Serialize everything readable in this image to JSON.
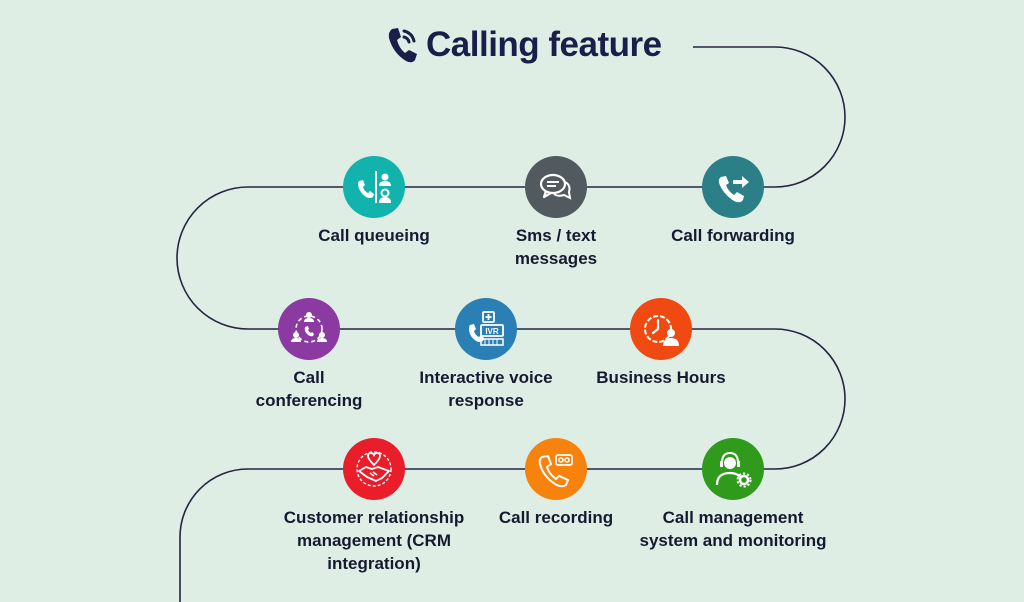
{
  "title": "Calling feature",
  "colors": {
    "background": "#dfeee5",
    "line": "#262344",
    "title": "#1a1f4a"
  },
  "features": [
    {
      "label": "Call forwarding",
      "color": "#2b7f86",
      "icon": "phone-forward-icon"
    },
    {
      "label": "Sms / text\nmessages",
      "color": "#515b5f",
      "icon": "chat-bubbles-icon"
    },
    {
      "label": "Call queueing",
      "color": "#12b3ad",
      "icon": "call-queue-icon"
    },
    {
      "label": "Call\nconferencing",
      "color": "#8a3aa0",
      "icon": "conference-icon"
    },
    {
      "label": "Interactive voice\nresponse",
      "color": "#2a7fb4",
      "icon": "ivr-icon"
    },
    {
      "label": "Business Hours",
      "color": "#f04a12",
      "icon": "clock-person-icon"
    },
    {
      "label": "Call management\nsystem and monitoring",
      "color": "#2f9a1c",
      "icon": "headset-gear-icon"
    },
    {
      "label": "Call recording",
      "color": "#f7820c",
      "icon": "phone-recording-icon"
    },
    {
      "label": "Customer relationship\nmanagement (CRM\nintegration)",
      "color": "#ea1d2b",
      "icon": "handshake-heart-icon"
    }
  ]
}
